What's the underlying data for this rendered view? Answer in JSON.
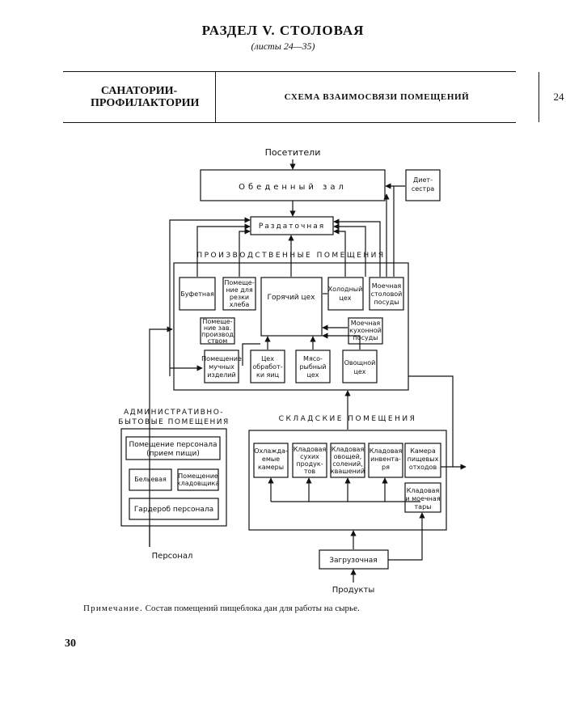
{
  "header": {
    "title": "РАЗДЕЛ V. СТОЛОВАЯ",
    "subtitle": "(листы 24—35)"
  },
  "table": {
    "left": "САНАТОРИИ-ПРОФИЛАКТОРИИ",
    "middle": "СХЕМА ВЗАИМОСВЯЗИ ПОМЕЩЕНИЙ",
    "sheet": "24"
  },
  "diagram": {
    "visitors": "Посетители",
    "dining_hall": "Обеденный зал",
    "dietsister": [
      "Диет-",
      "сестра"
    ],
    "serving": "Раздаточная",
    "production_group": "ПРОИЗВОДСТВЕННЫЕ ПОМЕЩЕНИЯ",
    "buffet": "Буфетная",
    "bread": [
      "Помеще-",
      "ние для",
      "резки",
      "хлеба"
    ],
    "hot_shop": "Горячий цех",
    "cold_shop": [
      "Холодный",
      "цех"
    ],
    "tableware_wash": [
      "Моечная",
      "столовой",
      "посуды"
    ],
    "manager_room": [
      "Помеще-",
      "ние зав.",
      "производ",
      "ством"
    ],
    "kitchenware_wash": [
      "Моечная",
      "кухонной",
      "посуды"
    ],
    "flour_room": [
      "Помещение",
      "мучных",
      "изделий"
    ],
    "egg_shop": [
      "Цех",
      "обработ-",
      "ки яиц"
    ],
    "meat_fish_shop": [
      "Мясо-",
      "рыбный",
      "цех"
    ],
    "vegetable_shop": [
      "Овощной",
      "цех"
    ],
    "admin_group": [
      "АДМИНИСТРАТИВНО-",
      "БЫТОВЫЕ ПОМЕЩЕНИЯ"
    ],
    "staff_room": [
      "Помещение персонала",
      "(прием пищи)"
    ],
    "linen": "Бельевая",
    "cleaner_room": [
      "Помещение",
      "кладовщика"
    ],
    "wardrobe": "Гардероб персонала",
    "staff": "Персонал",
    "storage_group": "СКЛАДСКИЕ ПОМЕЩЕНИЯ",
    "chilled": [
      "Охлажда-",
      "емые",
      "камеры"
    ],
    "dry_store": [
      "Кладовая",
      "сухих",
      "продук-",
      "тов"
    ],
    "veg_store": [
      "Кладовая",
      "овощей,",
      "солений,",
      "квашений"
    ],
    "inventory_store": [
      "Кладовая",
      "инвента-",
      "ря"
    ],
    "waste": [
      "Камера",
      "пищевых",
      "отходов"
    ],
    "container_store": [
      "Кладовая",
      "и моечная",
      "тары"
    ],
    "loading": "Загрузочная",
    "products": "Продукты"
  },
  "note": {
    "label": "Примечание.",
    "text": "Состав помещений пищеблока дан для работы на сырье."
  },
  "page_number": "30"
}
